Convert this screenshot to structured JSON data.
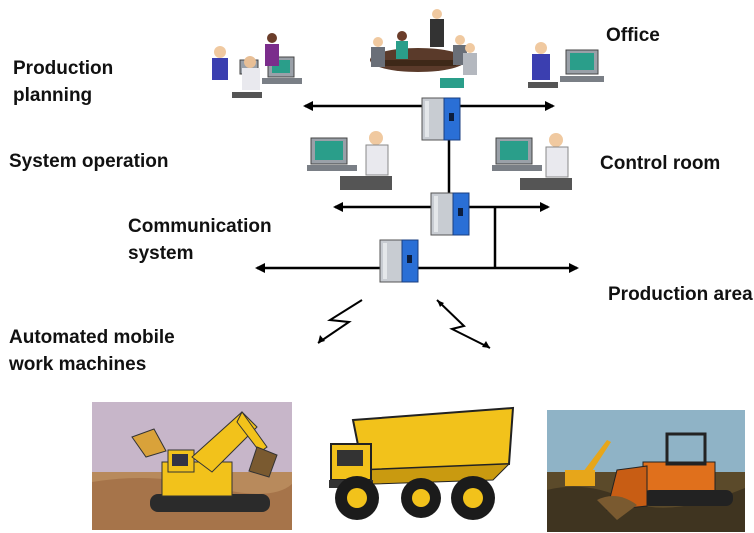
{
  "labels": {
    "office": "Office",
    "production_planning_1": "Production",
    "production_planning_2": "planning",
    "system_operation": "System operation",
    "control_room": "Control room",
    "communication_1": "Communication",
    "communication_2": "system",
    "production_area": "Production area",
    "machines_1": "Automated mobile",
    "machines_2": "work machines"
  },
  "icons": [
    "office-workers-icon",
    "meeting-table-icon",
    "office-worker-icon",
    "server-cabinet-icon",
    "operator-workstation-icon",
    "lightning-link-icon",
    "excavator-image",
    "dump-truck-image",
    "bulldozer-image"
  ],
  "colors": {
    "cabinet_blue": "#2a6fd6",
    "cabinet_grey": "#c8ccd2",
    "machine_yellow": "#f2c21b",
    "bulldozer_orange": "#e0701c",
    "line": "#000000"
  }
}
